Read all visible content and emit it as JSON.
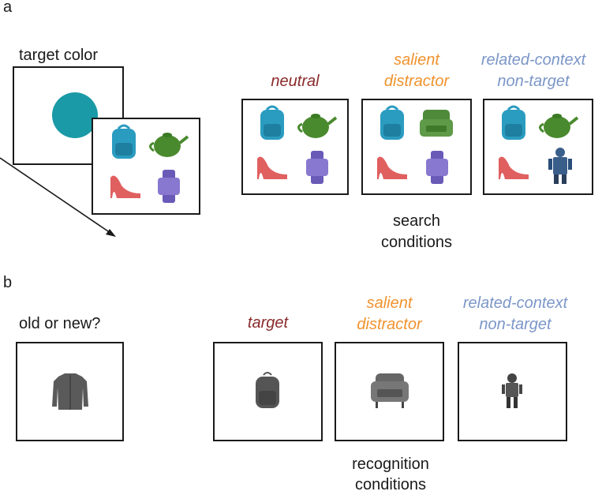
{
  "panel_a": {
    "letter": "a",
    "target_label": "target color",
    "conditions": {
      "neutral": "neutral",
      "salient_line1": "salient",
      "salient_line2": "distractor",
      "related_line1": "related-context",
      "related_line2": "non-target"
    },
    "caption_line1": "search",
    "caption_line2": "conditions"
  },
  "panel_b": {
    "letter": "b",
    "question": "old or new?",
    "conditions": {
      "target": "target",
      "salient_line1": "salient",
      "salient_line2": "distractor",
      "related_line1": "related-context",
      "related_line2": "non-target"
    },
    "caption_line1": "recognition",
    "caption_line2": "conditions"
  },
  "colors": {
    "neutral": "#8a2a2a",
    "salient": "#f0922e",
    "related": "#7b96c8",
    "target_disc": "#1a9aa6",
    "backpack": "#2a9cc0",
    "teapot": "#4a8a2e",
    "shoe": "#e06060",
    "watch": "#6a5ab8",
    "armchair": "#4e8a3a",
    "robot": "#3a5e8a"
  }
}
